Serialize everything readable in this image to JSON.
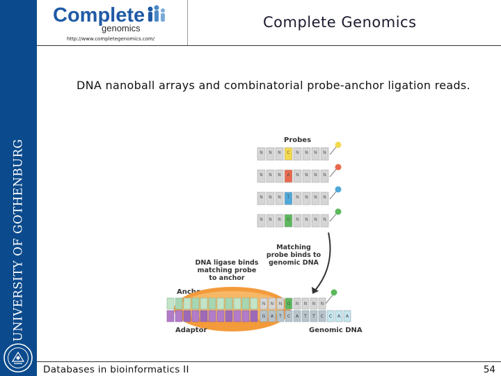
{
  "sidebar": {
    "university_name": "UNIVERSITY OF GOTHENBURG"
  },
  "header": {
    "logo_main": "Complete",
    "logo_sub": "genomics",
    "logo_url": "http://www.completegenomics.com/",
    "title": "Complete Genomics"
  },
  "slide": {
    "subtitle": "DNA nanoball arrays and combinatorial probe-anchor ligation reads."
  },
  "figure": {
    "probes_label": "Probes",
    "probe_letters": [
      "N",
      "N",
      "N",
      "C",
      "N",
      "N",
      "N",
      "N"
    ],
    "probe_letters_2": [
      "N",
      "N",
      "N",
      "A",
      "N",
      "N",
      "N",
      "N"
    ],
    "probe_letters_3": [
      "N",
      "N",
      "N",
      "T",
      "N",
      "N",
      "N",
      "N"
    ],
    "probe_letters_4": [
      "N",
      "N",
      "N",
      "G",
      "N",
      "N",
      "N",
      "N"
    ],
    "probe_bases": [
      "C",
      "A",
      "T",
      "G"
    ],
    "probe_colors": [
      "#f2d94e",
      "#e8694f",
      "#4fa8d8",
      "#5cb85c"
    ],
    "matching_label": [
      "Matching",
      "probe binds to",
      "genomic DNA"
    ],
    "ligase_label": [
      "DNA ligase binds",
      "matching probe",
      "to anchor"
    ],
    "anchor_label": "Anchor",
    "adaptor_label": "Adaptor",
    "genomic_label": "Genomic DNA",
    "genomic_sequence": [
      "G",
      "A",
      "T",
      "C",
      "A",
      "T",
      "T",
      "C",
      "C",
      "A",
      "A"
    ]
  },
  "footer": {
    "course": "Databases in bioinformatics II",
    "page": "54"
  }
}
